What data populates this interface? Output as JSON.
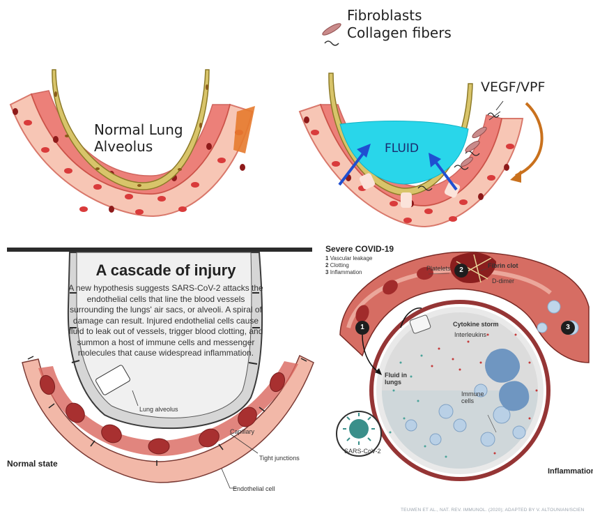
{
  "top_right_legend": {
    "fibroblasts_label": "Fibroblasts",
    "collagen_label": "Collagen fibers"
  },
  "top_left": {
    "title": "Normal Lung Alveolus"
  },
  "top_right": {
    "vegf_label": "VEGF/VPF",
    "fluid_label": "FLUID"
  },
  "cascade": {
    "title": "A cascade of injury",
    "body": "A new hypothesis suggests SARS-CoV-2 attacks the endothelial cells that line the blood vessels surrounding the lungs' air sacs, or alveoli. A spiral of damage can result. Injured endothelial cells cause fluid to leak out of vessels, trigger blood clotting, and summon a host of immune cells and messenger molecules that cause widespread inflammation.",
    "lung_alveolus_label": "Lung alveolus",
    "capillary_label": "Capillary",
    "tight_junctions_label": "Tight junctions",
    "endothelial_label": "Endothelial cell",
    "normal_state_label": "Normal state"
  },
  "severe": {
    "title": "Severe COVID-19",
    "items": [
      {
        "num": "1",
        "text": "Vascular leakage"
      },
      {
        "num": "2",
        "text": "Clotting"
      },
      {
        "num": "3",
        "text": "Inflammation"
      }
    ],
    "platelets_label": "Platelets",
    "fibrin_label": "Fibrin clot",
    "ddimer_label": "D-dimer",
    "cytokine_label": "Cytokine storm",
    "interleukins_label": "Interleukins",
    "fluid_label": "Fluid in lungs",
    "immune_label": "Immune cells",
    "sars_label": "SARS-CoV-2",
    "inflammation_label": "Inflammation",
    "badge1": "1",
    "badge2": "2",
    "badge3": "3"
  },
  "credit": "TEUWEN ET AL., NAT. REV. IMMUNOL. (2020); ADAPTED BY V. ALTOUNIAN/SCIEN",
  "colors": {
    "vessel_pink": "#f4b9a8",
    "vessel_red": "#e2615a",
    "epithelium_gold": "#d8c46a",
    "fluid_cyan": "#29d6ea",
    "arrow_blue": "#1f4fd1",
    "arrow_brown": "#c9711d"
  }
}
